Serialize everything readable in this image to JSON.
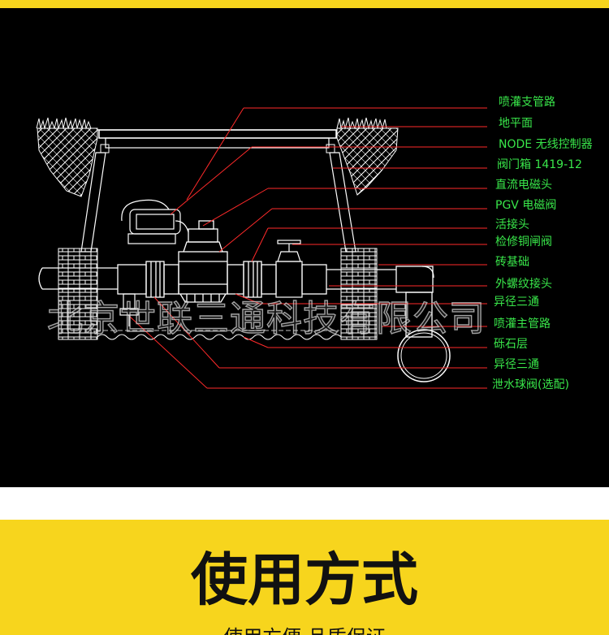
{
  "diagram": {
    "labels": [
      "喷灌支管路",
      "地平面",
      "NODE 无线控制器",
      "阀门箱 1419-12",
      "直流电磁头",
      "PGV 电磁阀",
      "活接头",
      "检修铜闸阀",
      "砖基础",
      "外螺纹接头",
      "异径三通",
      "喷灌主管路",
      "砾石层",
      "异径三通",
      "泄水球阀(选配)"
    ],
    "watermark": "北京世联三通科技有限公司",
    "colors": {
      "background": "#000000",
      "label_text": "#39e64a",
      "leader_lines": "#ff2a2a",
      "drawing_lines": "#ffffff",
      "band": "#f7d51d"
    }
  },
  "section": {
    "title": "使用方式",
    "subtitle": "使用方便 品质保证"
  }
}
